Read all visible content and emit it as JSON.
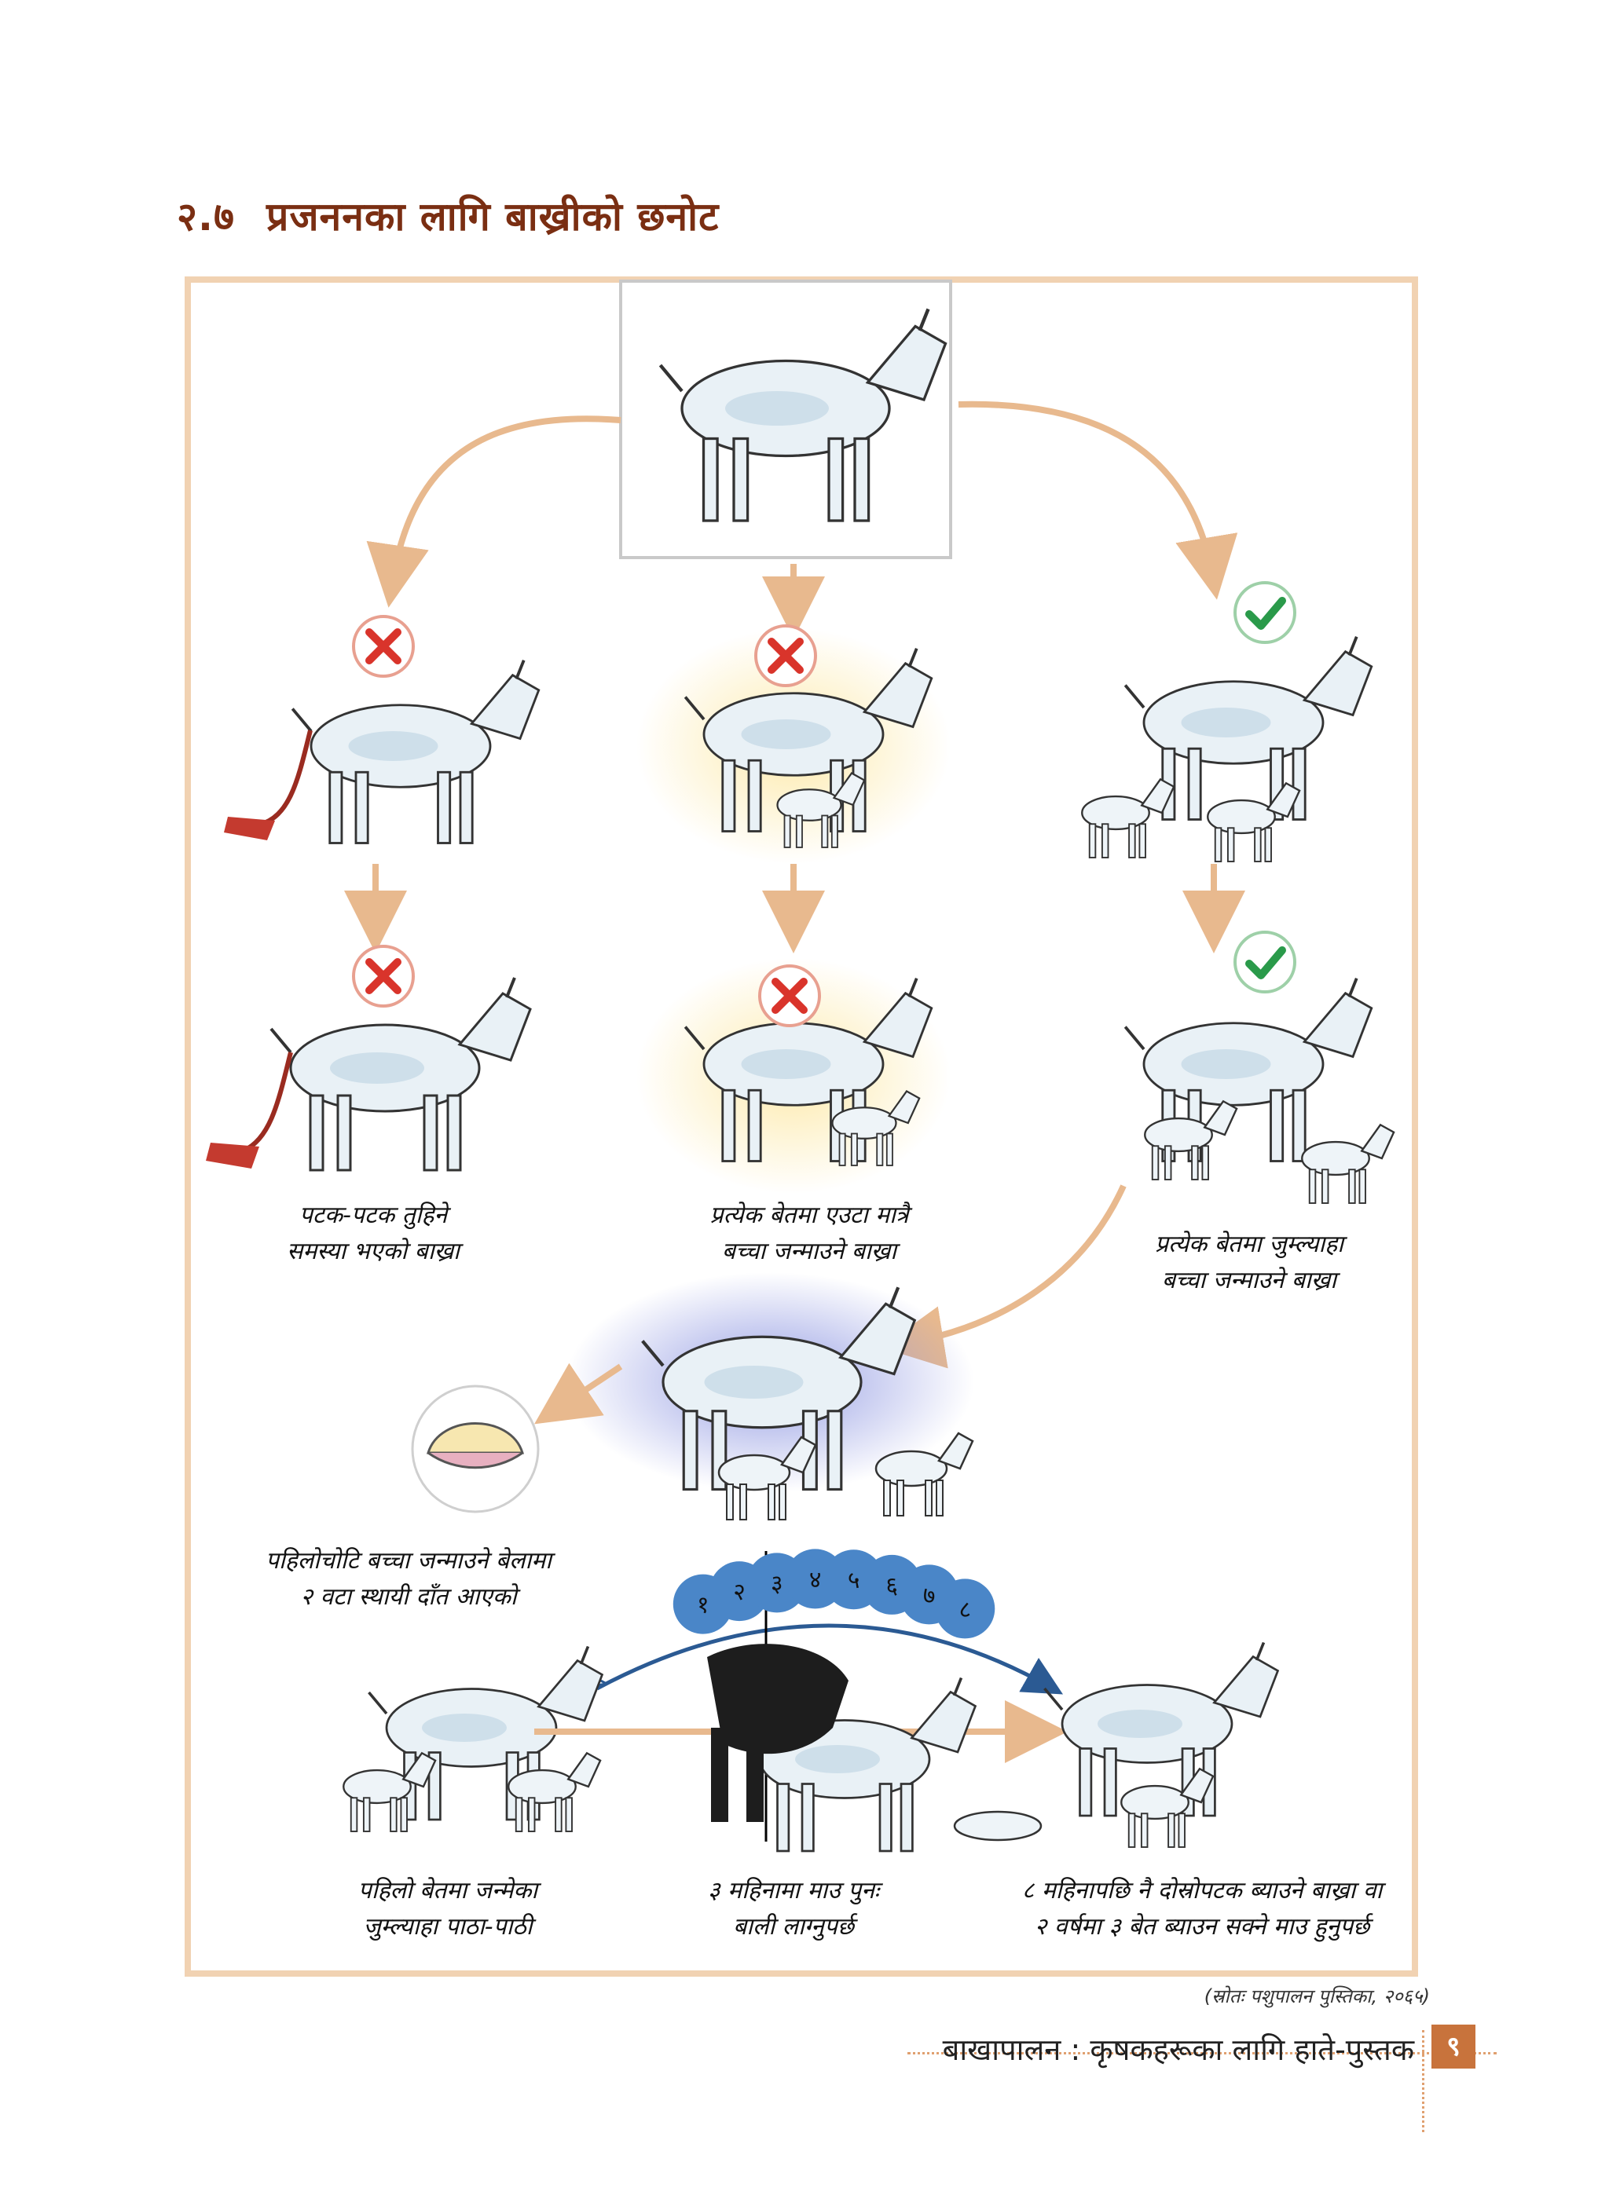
{
  "section": {
    "number": "२.७",
    "title": "प्रजननका लागि बाख्रीको छनोट"
  },
  "captions": {
    "repeated_abortion": [
      "पटक-पटक तुहिने",
      "समस्या भएको बाख्रा"
    ],
    "single_kid": [
      "प्रत्येक बेतमा एउटा मात्रै",
      "बच्चा जन्माउने बाख्रा"
    ],
    "twin_kids": [
      "प्रत्येक बेतमा जुम्ल्याहा",
      "बच्चा जन्माउने बाख्रा"
    ],
    "first_kidding_teeth": [
      "पहिलोचोटि बच्चा जन्माउने बेलामा",
      "२ वटा स्थायी दाँत आएको"
    ],
    "first_twins": [
      "पहिलो बेतमा जन्मेका",
      "जुम्ल्याहा पाठा-पाठी"
    ],
    "rebreed": [
      "३ महिनामा माउ पुनः",
      "बाली लाग्नुपर्छ"
    ],
    "second_kidding": [
      "८ महिनापछि नै दोस्रोपटक ब्याउने बाख्रा वा",
      "२ वर्षमा ३ बेत ब्याउन सक्ने माउ हुनुपर्छ"
    ]
  },
  "months": [
    "१",
    "२",
    "३",
    "४",
    "५",
    "६",
    "७",
    "८"
  ],
  "source": "(स्रोतः पशुपालन पुस्तिका, २०६५)",
  "footer": {
    "book_title": "बाखापालन : कृषकहरूका लागि हाते-पुस्तक",
    "page_number": "९"
  },
  "colors": {
    "title": "#7a2e12",
    "frame": "#f1d2b2",
    "arrow": "#e8b98e",
    "month_circle": "#4a86c8",
    "cross": "#d9342b",
    "check": "#2a9a4a",
    "page_badge": "#c8733c"
  },
  "icons": [
    "cross-icon",
    "check-icon",
    "goat-illustration",
    "teeth-icon"
  ]
}
